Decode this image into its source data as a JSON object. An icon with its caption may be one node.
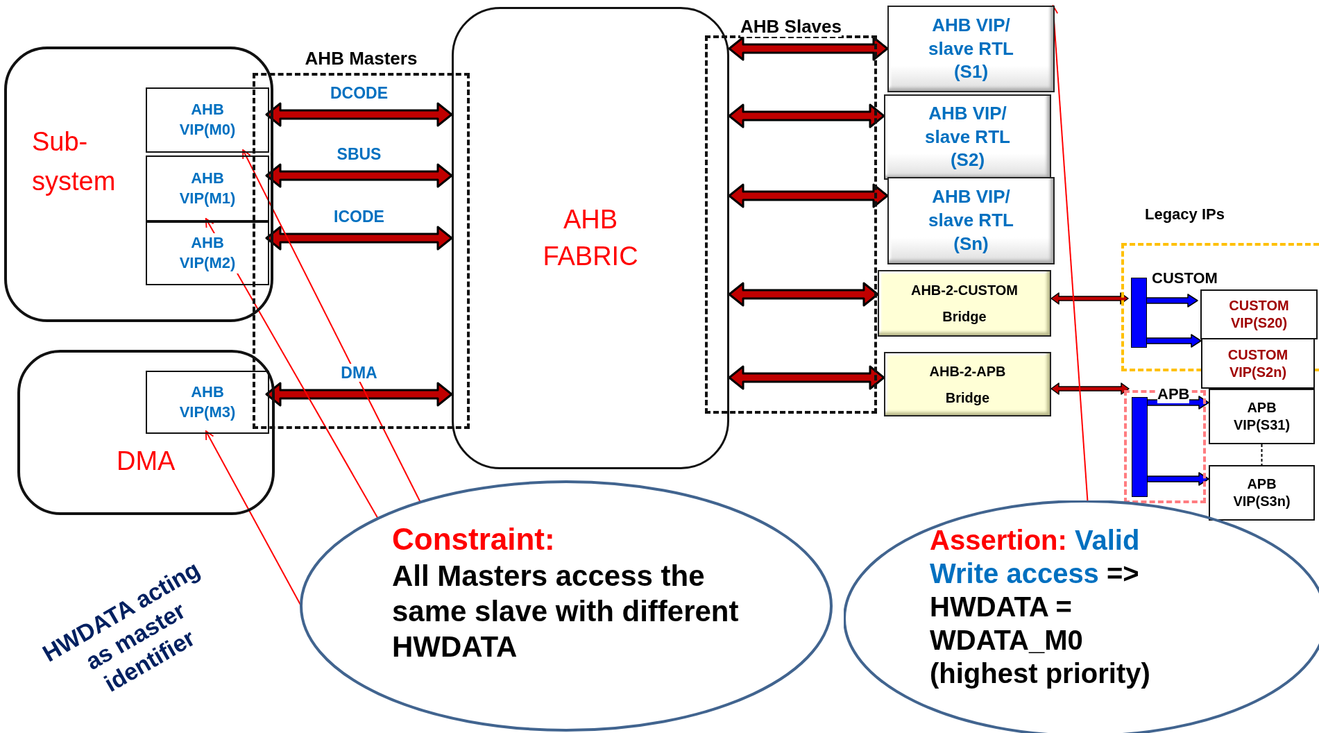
{
  "diagram": {
    "nodes": [
      {
        "text": [
          "Sub-system"
        ]
      },
      {
        "text": [
          "AHB VIP(M0)"
        ],
        "in": 0
      },
      {
        "text": [
          "AHB VIP(M1)"
        ],
        "in": 0
      },
      {
        "text": [
          "AHB VIP(M2)"
        ],
        "in": 0
      },
      {
        "text": [
          "DMA"
        ]
      },
      {
        "text": [
          "AHB VIP(M3)"
        ],
        "in": 4
      },
      {
        "text": [
          "AHB Masters"
        ]
      },
      {
        "text": [
          "AHB FABRIC"
        ]
      },
      {
        "text": [
          "AHB Slaves"
        ]
      },
      {
        "text": [
          "AHB VIP/ slave RTL (S1)"
        ]
      },
      {
        "text": [
          "AHB VIP/ slave RTL (S2)"
        ]
      },
      {
        "text": [
          "AHB VIP/ slave RTL (Sn)"
        ]
      },
      {
        "text": [
          "AHB-2-CUSTOM Bridge"
        ]
      },
      {
        "text": [
          "AHB-2-APB Bridge"
        ]
      },
      {
        "text": [
          "Legacy IPs"
        ]
      },
      {
        "text": [],
        "shape": "box"
      },
      {
        "text": [],
        "shape": "bar",
        "beside": [
          "CUSTOM"
        ],
        "in": 14
      },
      {
        "text": [
          "CUSTOM VIP(S20)"
        ],
        "in": 14
      },
      {
        "text": [
          "CUSTOM VIP(S2n)"
        ]
      },
      {
        "text": [],
        "shape": "bar",
        "beside": [
          "APB"
        ],
        "in": 15
      },
      {
        "text": [
          "APB VIP(S31)"
        ]
      },
      {
        "text": [
          "APB VIP(S3n)"
        ]
      },
      {
        "text": [
          "Constraint:",
          "All Masters access the same slave with different HWDATA"
        ]
      },
      {
        "text": [
          "Assertion:",
          "Valid Write access",
          "=> HWDATA = WDATA_M0 (highest priority)"
        ]
      }
    ],
    "edges": [
      {
        "from": 1,
        "to": 7,
        "arrow": "both",
        "label": "DCODE",
        "style": "thick"
      },
      {
        "from": 2,
        "to": 7,
        "arrow": "both",
        "label": "SBUS",
        "style": "thick"
      },
      {
        "from": 3,
        "to": 7,
        "arrow": "both",
        "label": "ICODE",
        "style": "thick"
      },
      {
        "from": 5,
        "to": 7,
        "arrow": "both",
        "label": "DMA",
        "style": "thick"
      },
      {
        "from": 7,
        "to": 9,
        "arrow": "both",
        "style": "thick"
      },
      {
        "from": 7,
        "to": 10,
        "arrow": "both",
        "style": "thick"
      },
      {
        "from": 7,
        "to": 11,
        "arrow": "both",
        "style": "thick"
      },
      {
        "from": 7,
        "to": 12,
        "arrow": "both",
        "style": "thick"
      },
      {
        "from": 7,
        "to": 13,
        "arrow": "both",
        "style": "thick"
      },
      {
        "from": 12,
        "to": 16,
        "arrow": "both",
        "style": "thick"
      },
      {
        "from": 13,
        "to": 19,
        "arrow": "both",
        "style": "thick"
      },
      {
        "from": 16,
        "to": 17,
        "arrow": "to",
        "style": "thick",
        "color": "#0000ff"
      },
      {
        "from": 16,
        "to": 18,
        "arrow": "to",
        "style": "thick",
        "color": "#0000ff"
      },
      {
        "from": 19,
        "to": 20,
        "arrow": "to",
        "style": "thick",
        "color": "#0000ff"
      },
      {
        "from": 19,
        "to": 21,
        "arrow": "to",
        "style": "thick",
        "color": "#0000ff"
      },
      {
        "from": 20,
        "to": 21,
        "arrow": "none",
        "style": "dashed",
        "color": "#000000"
      },
      {
        "from": 22,
        "to": 1,
        "arrow": "to",
        "color": "#ff0000"
      },
      {
        "from": 22,
        "to": 2,
        "arrow": "to",
        "color": "#ff0000"
      },
      {
        "from": 22,
        "to": 5,
        "arrow": "to",
        "color": "#ff0000"
      },
      {
        "from": 23,
        "to": 9,
        "arrow": "to",
        "color": "#ff0000"
      }
    ],
    "labels": [
      "HWDATA acting as master identifier"
    ]
  }
}
